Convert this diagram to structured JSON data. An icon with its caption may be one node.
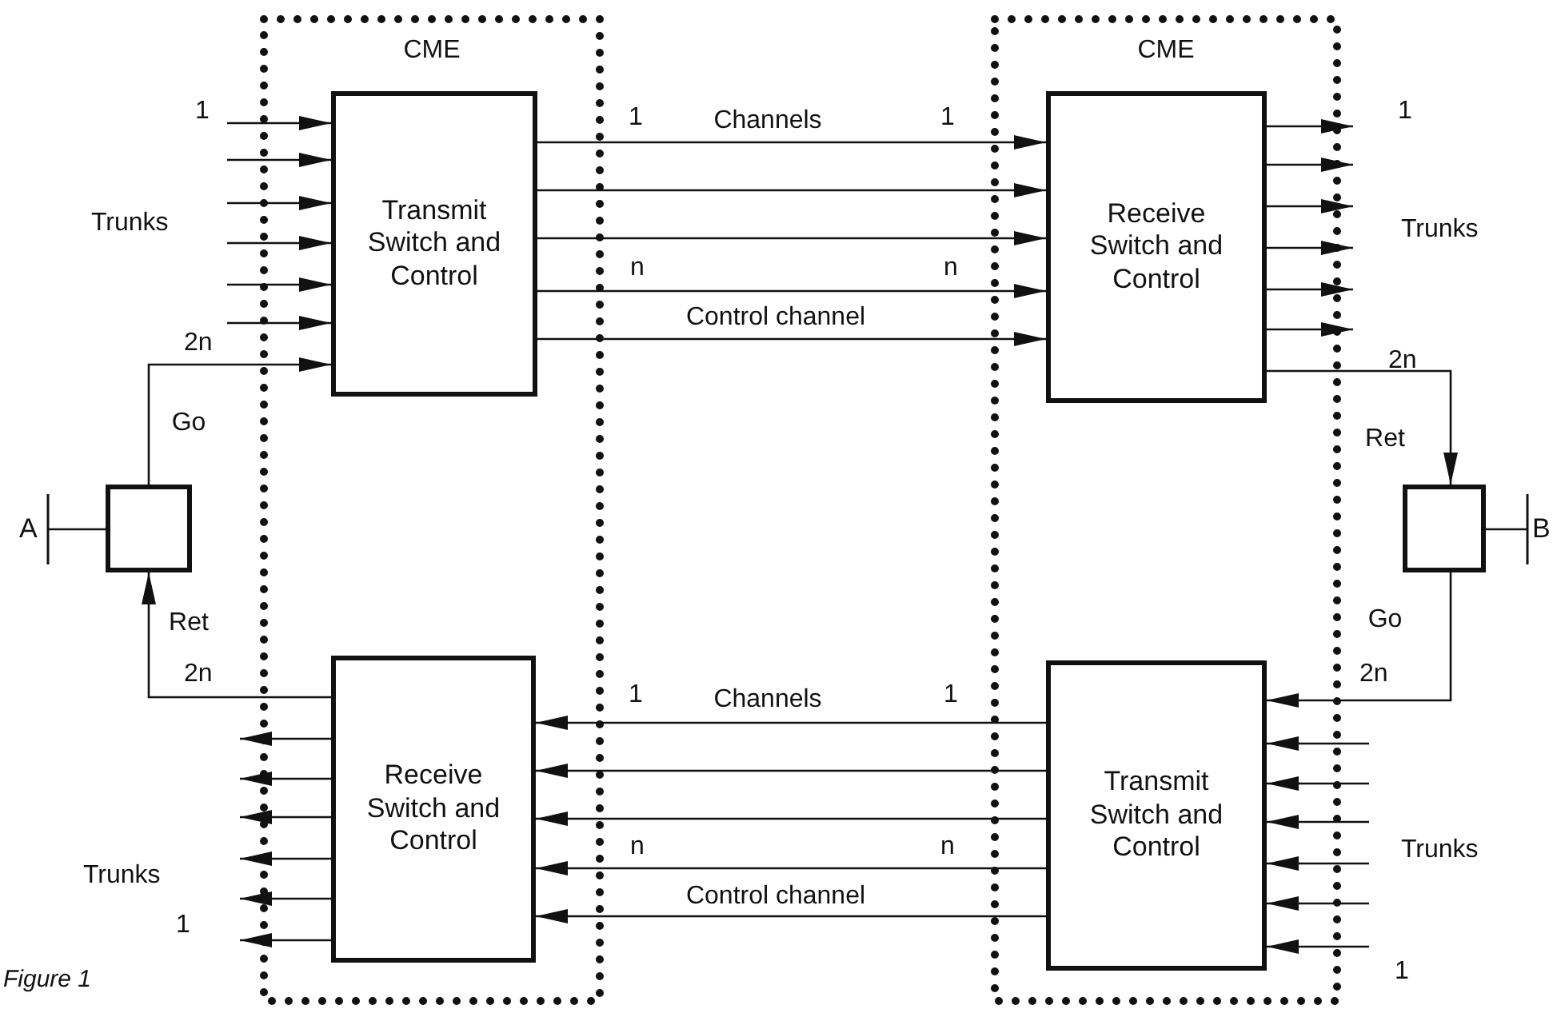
{
  "diagram": {
    "caption": "Figure 1",
    "nodes": [
      {
        "text": [
          "CME"
        ]
      },
      {
        "text": [
          "Transmit Switch and Control"
        ],
        "in": 0
      },
      {
        "text": [
          "Receive Switch and Control"
        ],
        "in": 0
      },
      {
        "text": [
          "CME"
        ]
      },
      {
        "text": [
          "Receive Switch and Control"
        ],
        "in": 3
      },
      {
        "text": [
          "Transmit Switch and Control"
        ],
        "in": 3
      },
      {
        "text": [],
        "shape": "box",
        "beside": [
          "A"
        ]
      },
      {
        "text": [],
        "shape": "box",
        "beside": [
          "B"
        ]
      }
    ],
    "edges": [
      {
        "from": null,
        "to": 1,
        "arrow": "to"
      },
      {
        "from": null,
        "to": 1,
        "arrow": "to"
      },
      {
        "from": null,
        "to": 1,
        "arrow": "to"
      },
      {
        "from": null,
        "to": 1,
        "arrow": "to"
      },
      {
        "from": null,
        "to": 1,
        "arrow": "to"
      },
      {
        "from": null,
        "to": 1,
        "arrow": "to"
      },
      {
        "from": 6,
        "to": 1,
        "arrow": "to",
        "label": "Go"
      },
      {
        "from": 1,
        "to": 4,
        "arrow": "to",
        "label": "Channels"
      },
      {
        "from": 1,
        "to": 4,
        "arrow": "to"
      },
      {
        "from": 1,
        "to": 4,
        "arrow": "to"
      },
      {
        "from": 1,
        "to": 4,
        "arrow": "to"
      },
      {
        "from": 1,
        "to": 4,
        "arrow": "to",
        "label": "Control channel"
      },
      {
        "from": 4,
        "to": null,
        "arrow": "to"
      },
      {
        "from": 4,
        "to": null,
        "arrow": "to"
      },
      {
        "from": 4,
        "to": null,
        "arrow": "to"
      },
      {
        "from": 4,
        "to": null,
        "arrow": "to"
      },
      {
        "from": 4,
        "to": null,
        "arrow": "to"
      },
      {
        "from": 4,
        "to": null,
        "arrow": "to"
      },
      {
        "from": 4,
        "to": 7,
        "arrow": "to",
        "label": "Ret"
      },
      {
        "from": 2,
        "to": 6,
        "arrow": "to",
        "label": "Ret"
      },
      {
        "from": 2,
        "to": null,
        "arrow": "to"
      },
      {
        "from": 2,
        "to": null,
        "arrow": "to"
      },
      {
        "from": 2,
        "to": null,
        "arrow": "to"
      },
      {
        "from": 2,
        "to": null,
        "arrow": "to"
      },
      {
        "from": 2,
        "to": null,
        "arrow": "to"
      },
      {
        "from": 2,
        "to": null,
        "arrow": "to"
      },
      {
        "from": 5,
        "to": 2,
        "arrow": "to",
        "label": "Channels"
      },
      {
        "from": 5,
        "to": 2,
        "arrow": "to"
      },
      {
        "from": 5,
        "to": 2,
        "arrow": "to"
      },
      {
        "from": 5,
        "to": 2,
        "arrow": "to"
      },
      {
        "from": 5,
        "to": 2,
        "arrow": "to",
        "label": "Control channel"
      },
      {
        "from": 7,
        "to": 5,
        "arrow": "to",
        "label": "Go"
      },
      {
        "from": null,
        "to": 5,
        "arrow": "to"
      },
      {
        "from": null,
        "to": 5,
        "arrow": "to"
      },
      {
        "from": null,
        "to": 5,
        "arrow": "to"
      },
      {
        "from": null,
        "to": 5,
        "arrow": "to"
      },
      {
        "from": null,
        "to": 5,
        "arrow": "to"
      },
      {
        "from": null,
        "to": 5,
        "arrow": "to"
      }
    ],
    "labels": [
      "1",
      "1",
      "1",
      "1",
      "Trunks",
      "Trunks",
      "n",
      "n",
      "2n",
      "2n",
      "2n",
      "2n",
      "1",
      "1",
      "n",
      "n",
      "Trunks",
      "Trunks",
      "1",
      "1"
    ]
  }
}
